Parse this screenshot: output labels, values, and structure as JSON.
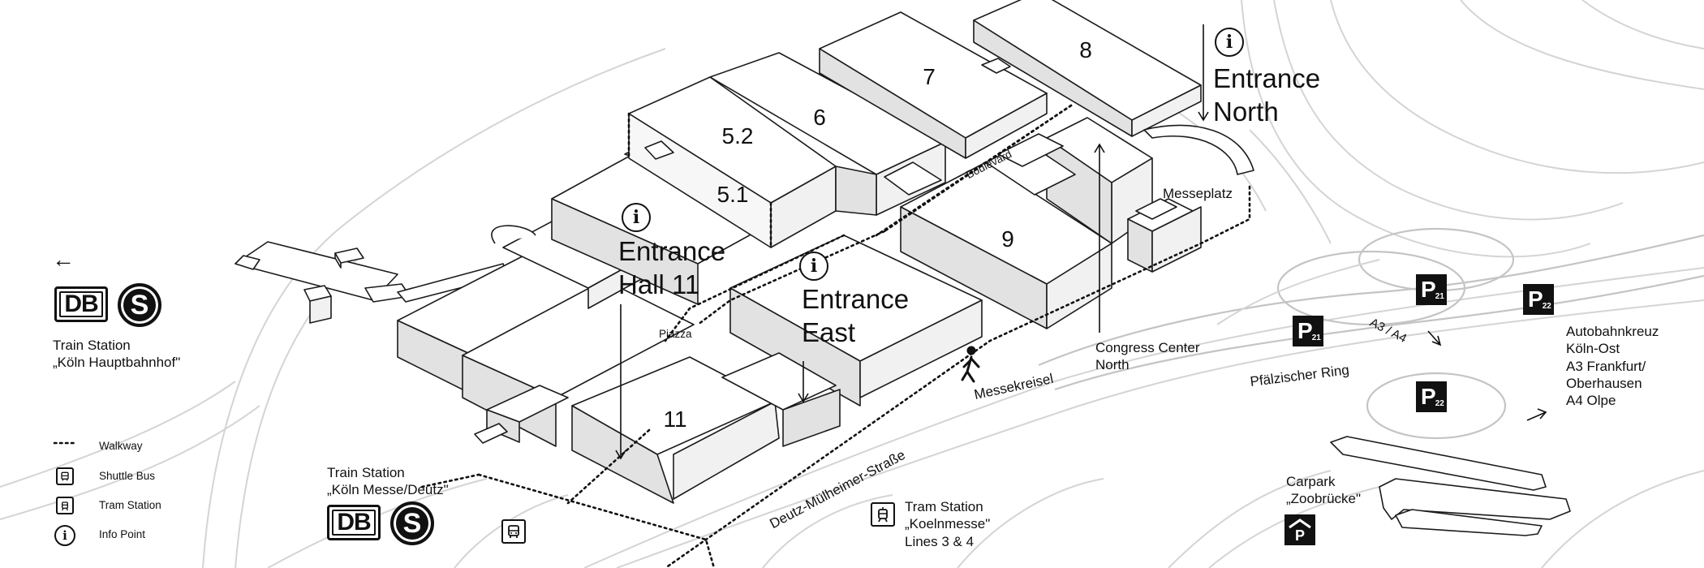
{
  "halls": {
    "h5_2": "5.2",
    "h5_1": "5.1",
    "h6": "6",
    "h7": "7",
    "h8": "8",
    "h9": "9",
    "h11": "11"
  },
  "entrances": {
    "north": "Entrance\nNorth",
    "hall11": "Entrance\nHall 11",
    "east": "Entrance\nEast",
    "info_symbol": "i"
  },
  "places": {
    "boulevard": "Boulevard",
    "messeplatz": "Messeplatz",
    "piazza": "Piazza",
    "congress_center": "Congress Center\nNorth",
    "messekreisel": "Messekreisel",
    "deutz_strasse": "Deutz-Mülheimer-Straße",
    "pfalzischer_ring": "Pfälzischer Ring",
    "a3_a4": "A3 / A4",
    "autobahnkreuz": "Autobahnkreuz\nKöln-Ost\nA3 Frankfurt/\nOberhausen\nA4 Olpe",
    "carpark": "Carpark\n„Zoobrücke\""
  },
  "stations": {
    "hbf": "Train Station\n„Köln Hauptbahnhof\"",
    "deutz": "Train Station\n„Köln Messe/Deutz\"",
    "tram": "Tram Station\n„Koelnmesse\"\nLines 3 & 4",
    "db_logo": "DB",
    "s_logo": "S",
    "left_arrow": "←"
  },
  "parking": {
    "letter": "P",
    "p21a": "21",
    "p21b": "21",
    "p22a": "22",
    "p22b": "22"
  },
  "legend": {
    "walkway": "Walkway",
    "shuttle_bus": "Shuttle Bus",
    "tram_station": "Tram Station",
    "info_point": "Info Point"
  },
  "colors": {
    "ink": "#111111",
    "roads": "#d4d4d4",
    "background": "#ffffff"
  }
}
